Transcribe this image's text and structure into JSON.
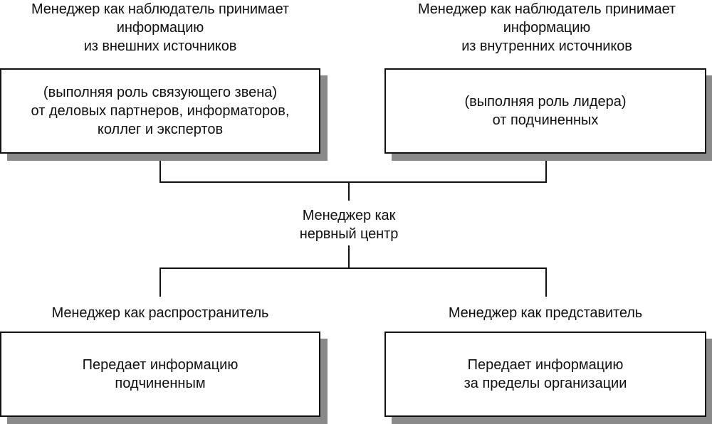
{
  "top_left": {
    "caption": "Менеджер как наблюдатель принимает\nинформацию\nиз внешних источников",
    "box_text": "(выполняя роль связующего звена)\nот деловых партнеров, информаторов,\nколлег и экспертов"
  },
  "top_right": {
    "caption": "Менеджер как наблюдатель принимает\nинформацию\nиз внутренних источников",
    "box_text": "(выполняя роль лидера)\nот подчиненных"
  },
  "center": {
    "caption": "Менеджер как\nнервный центр"
  },
  "bottom_left": {
    "caption": "Менеджер как распространитель",
    "box_text": "Передает информацию\nподчиненным"
  },
  "bottom_right": {
    "caption": "Менеджер как представитель",
    "box_text": "Передает информацию\nза пределы организации"
  },
  "colors": {
    "line": "#111111",
    "shadow": "#8a8a8a",
    "background": "#ffffff"
  }
}
